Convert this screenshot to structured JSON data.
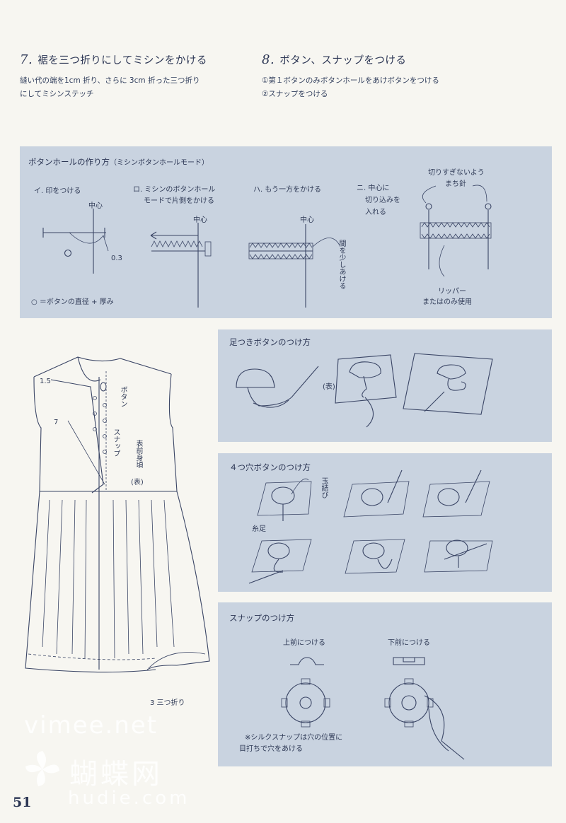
{
  "step7": {
    "num": "7.",
    "title": "裾を三つ折りにしてミシンをかける",
    "line1": "縫い代の端を1cm 折り、さらに 3cm 折った三つ折り",
    "line2": "にしてミシンステッチ"
  },
  "step8": {
    "num": "8.",
    "title": "ボタン、スナップをつける",
    "line1": "①第１ボタンのみボタンホールをあけボタンをつける",
    "line2": "②スナップをつける"
  },
  "buttonhole": {
    "title": "ボタンホールの作り方",
    "subtitle": "（ミシンボタンホールモード）",
    "step_i": "イ. 印をつける",
    "step_ro_1": "ロ. ミシンのボタンホール",
    "step_ro_2": "モードで片側をかける",
    "step_ha": "ハ. もう一方をかける",
    "step_ni_1": "ニ. 中心に",
    "step_ni_2": "切り込みを",
    "step_ni_3": "入れる",
    "center": "中心",
    "measure": "0.3",
    "gap_note": "間を少しあける",
    "pin_note_1": "切りすぎないよう",
    "pin_note_2": "まち針",
    "ripper_1": "リッパー",
    "ripper_2": "またはのみ使用",
    "legend": "○ ＝ボタンの直径 + 厚み"
  },
  "dress": {
    "m15": "1.5",
    "m7": "7",
    "button": "ボタン",
    "snap": "スナップ",
    "front": "表前身頃",
    "front_face": "(表)",
    "hem": "3 三つ折り"
  },
  "shank": {
    "title": "足つきボタンのつけ方",
    "face": "(表)"
  },
  "fourhole": {
    "title": "４つ穴ボタンのつけ方",
    "knot": "玉結び",
    "stem": "糸足"
  },
  "snap": {
    "title": "スナップのつけ方",
    "upper": "上前につける",
    "lower": "下前につける",
    "note_1": "※シルクスナップは穴の位置に",
    "note_2": "目打ちで穴をあける"
  },
  "page_number": "51",
  "watermark": {
    "site": "vimee.net",
    "brand": "蝴蝶网",
    "site2": "hudie.com"
  }
}
